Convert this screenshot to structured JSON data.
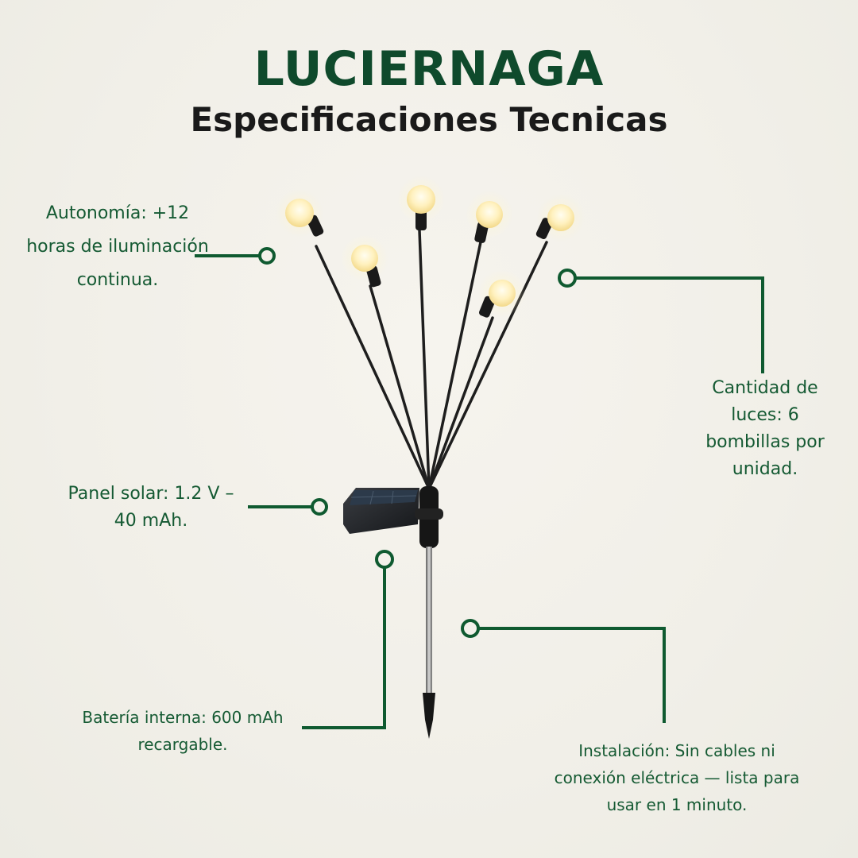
{
  "header": {
    "title": "LUCIERNAGA",
    "subtitle": "Especificaciones Tecnicas"
  },
  "specs": {
    "autonomia": "Autonomía: +12 horas de iluminación continua.",
    "luces": "Cantidad de luces: 6 bombillas por unidad.",
    "panel": "Panel solar: 1.2 V – 40 mAh.",
    "bateria": "Batería interna: 600 mAh recargable.",
    "instalacion": "Instalación: Sin cables ni conexión eléctrica — lista para usar en 1 minuto."
  },
  "colors": {
    "brand_green": "#0f4a2c",
    "callout_green": "#155a33",
    "background": "#f3f1ea",
    "bulb_glow": "#fff3c4"
  }
}
